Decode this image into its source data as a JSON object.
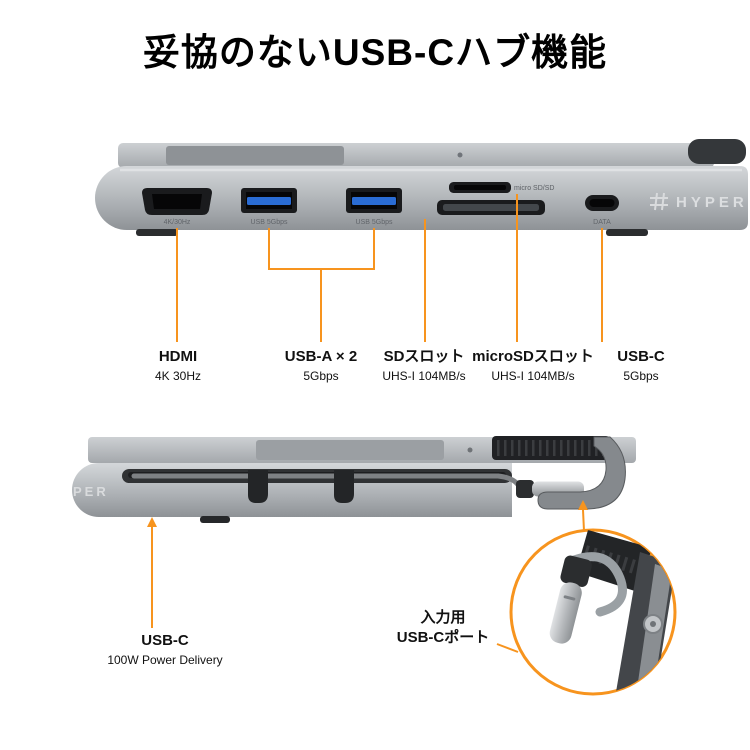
{
  "title": "妥協のないUSB-Cハブ機能",
  "accent_color": "#F7941E",
  "top_view": {
    "brand": "HYPER",
    "markings": {
      "hdmi": "4K/30Hz",
      "usb_a_1": "USB 5Gbps",
      "usb_a_2": "USB 5Gbps",
      "card": "micro SD/SD",
      "usb_c": "DATA"
    },
    "labels": [
      {
        "name": "HDMI",
        "spec": "4K 30Hz"
      },
      {
        "name": "USB-A × 2",
        "spec": "5Gbps"
      },
      {
        "name": "SDスロット",
        "spec": "UHS-I 104MB/s"
      },
      {
        "name": "microSDスロット",
        "spec": "UHS-I 104MB/s"
      },
      {
        "name": "USB-C",
        "spec": "5Gbps"
      }
    ]
  },
  "bottom_view": {
    "brand_visible": "PER",
    "power_label": {
      "name": "USB-C",
      "spec": "100W Power Delivery"
    },
    "inset_callout": {
      "line1": "入力用",
      "line2": "USB-Cポート"
    }
  }
}
